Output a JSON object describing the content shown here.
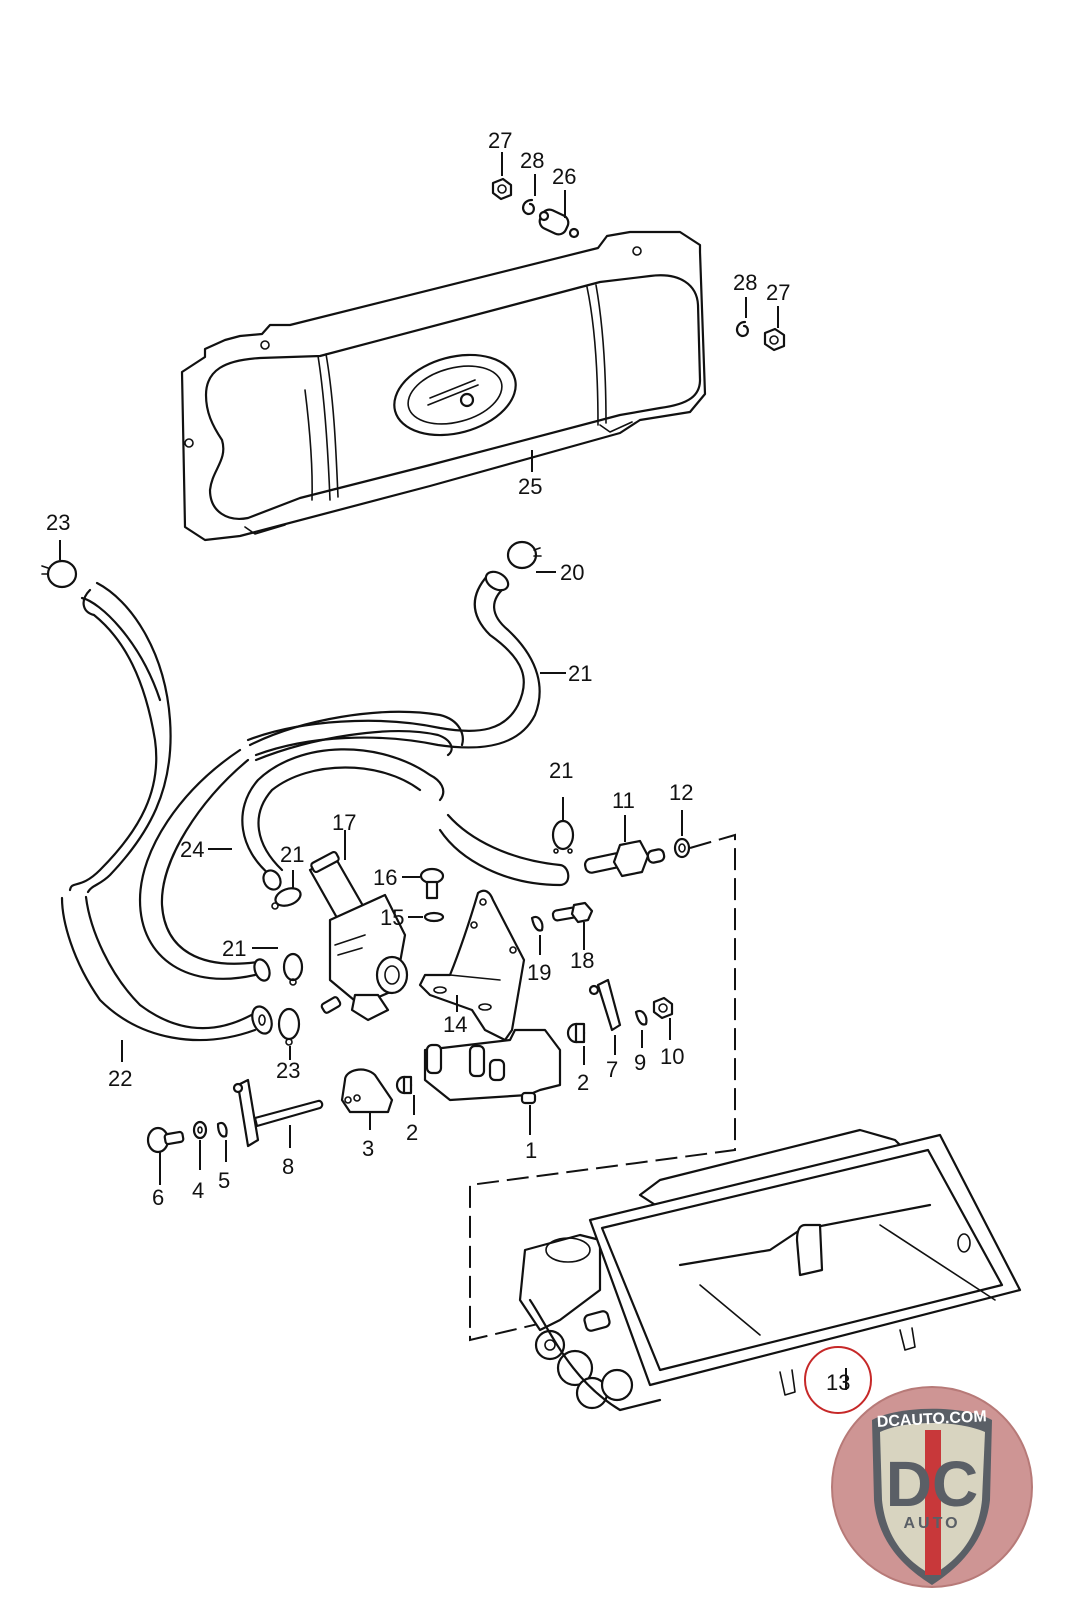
{
  "diagram": {
    "title": "Fuel tank, hoses and fuel pump exploded view",
    "callouts": [
      {
        "id": "c27a",
        "label": "27",
        "part": "nut"
      },
      {
        "id": "c28a",
        "label": "28",
        "part": "spring-washer"
      },
      {
        "id": "c26",
        "label": "26",
        "part": "rubber-mount"
      },
      {
        "id": "c28b",
        "label": "28",
        "part": "spring-washer"
      },
      {
        "id": "c27b",
        "label": "27",
        "part": "nut"
      },
      {
        "id": "c25",
        "label": "25",
        "part": "fuel-tank"
      },
      {
        "id": "c23a",
        "label": "23",
        "part": "hose-clamp"
      },
      {
        "id": "c21a",
        "label": "21",
        "part": "hose-clamp"
      },
      {
        "id": "c20",
        "label": "20",
        "part": "fuel-hose"
      },
      {
        "id": "c21b",
        "label": "21",
        "part": "hose-clamp"
      },
      {
        "id": "c11",
        "label": "11",
        "part": "hose-connector"
      },
      {
        "id": "c12",
        "label": "12",
        "part": "seal-ring"
      },
      {
        "id": "c24",
        "label": "24",
        "part": "fuel-hose"
      },
      {
        "id": "c17",
        "label": "17",
        "part": "fuel-pump"
      },
      {
        "id": "c21c",
        "label": "21",
        "part": "hose-clamp"
      },
      {
        "id": "c16",
        "label": "16",
        "part": "screw"
      },
      {
        "id": "c15",
        "label": "15",
        "part": "washer"
      },
      {
        "id": "c21d",
        "label": "21",
        "part": "hose-clamp"
      },
      {
        "id": "c19",
        "label": "19",
        "part": "lock-washer"
      },
      {
        "id": "c18",
        "label": "18",
        "part": "bolt"
      },
      {
        "id": "c14",
        "label": "14",
        "part": "bracket"
      },
      {
        "id": "c22",
        "label": "22",
        "part": "fuel-hose"
      },
      {
        "id": "c23b",
        "label": "23",
        "part": "hose-clamp"
      },
      {
        "id": "c7",
        "label": "7",
        "part": "link"
      },
      {
        "id": "c9",
        "label": "9",
        "part": "lock-washer"
      },
      {
        "id": "c10",
        "label": "10",
        "part": "nut"
      },
      {
        "id": "c2a",
        "label": "2",
        "part": "bushing"
      },
      {
        "id": "c1",
        "label": "1",
        "part": "pump-carrier"
      },
      {
        "id": "c2b",
        "label": "2",
        "part": "bushing"
      },
      {
        "id": "c3",
        "label": "3",
        "part": "rubber-buffer"
      },
      {
        "id": "c8",
        "label": "8",
        "part": "shaft-lever"
      },
      {
        "id": "c5",
        "label": "5",
        "part": "lock-washer"
      },
      {
        "id": "c4",
        "label": "4",
        "part": "washer"
      },
      {
        "id": "c6",
        "label": "6",
        "part": "screw"
      },
      {
        "id": "c13",
        "label": "13",
        "part": "air-cleaner-housing",
        "highlighted": true
      }
    ]
  },
  "watermark": {
    "site": "DCAUTO.COM",
    "initials": "DC",
    "sub": "AUTO",
    "colors": {
      "shield": "#d8d4c0",
      "red": "#c8383a",
      "dark": "#5a5f66",
      "bg": "#c98a88"
    }
  },
  "highlight_color": "#c62828"
}
